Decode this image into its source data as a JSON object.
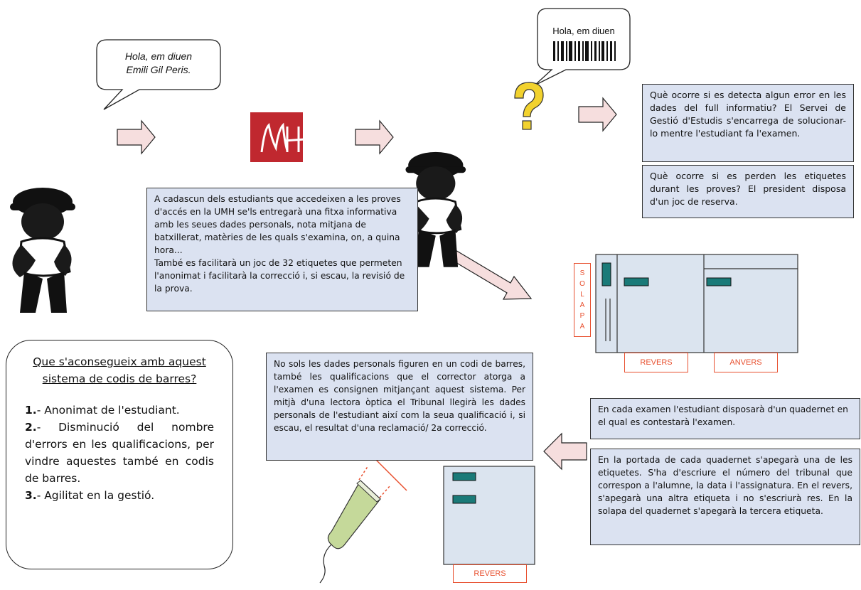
{
  "bubble_left": {
    "line1": "Hola, em diuen",
    "line2": "Emili Gil Peris."
  },
  "bubble_right": {
    "text": "Hola, em diuen"
  },
  "logo": {
    "text": "UMH",
    "color": "#c0282f"
  },
  "question_icon": {
    "glyph": "?"
  },
  "note_errors": "Què ocorre si es detecta algun error en les dades del full informatiu? El Servei de Gestió d'Estudis s'encarrega de solucionar-lo mentre l'estudiant fa l'examen.",
  "note_labels_lost": "Què ocorre si es perden les etiquetes durant les proves? El president disposa d'un joc de reserva.",
  "note_info_sheet": "A cadascun dels estudiants que accedeixen a les proves d'accés en la UMH se'ls entregarà una fitxa informativa amb les seues dades personals, nota mitjana de batxillerat, matèries de les quals s'examina, on, a quina hora...\nTambé es facilitarà un joc de 32 etiquetes que permeten l'anonimat i facilitarà la correcció i, si escau, la revisió de la prova.",
  "note_barcodes": "No sols les dades personals figuren en un codi de barres, també les qualificacions que el corrector atorga a l'examen es consignen mitjançant aquest sistema. Per mitjà d'una lectora òptica el Tribunal llegirà les dades personals de l'estudiant així com la seua qualificació i, si escau, el resultat d'una reclamació/ 2a correcció.",
  "note_booklet": "En cada examen l'estudiant disposarà d'un quadernet en el qual es contestarà l'examen.",
  "note_cover": "En la portada de cada quadernet s'apegarà una de les etiquetes. S'ha d'escriure el número del tribunal que correspon a l'alumne, la data i l'assignatura. En el revers, s'apegarà una altra etiqueta i no s'escriurà res. En la solapa del quadernet s'apegarà la tercera etiqueta.",
  "booklet_labels": {
    "solapa": [
      "S",
      "O",
      "L",
      "A",
      "P",
      "A"
    ],
    "revers": "REVERS",
    "anvers": "ANVERS",
    "revers_small": "REVERS"
  },
  "summary": {
    "question": "Que s'aconsegueix amb aquest sistema de codis de barres?",
    "items": [
      {
        "num": "1.",
        "text": "- Anonimat de l'estudiant."
      },
      {
        "num": "2.",
        "text": "- Disminució del nombre d'errors en les qualificacions, per vindre aquestes també en codis de barres."
      },
      {
        "num": "3.",
        "text": "- Agilitat en la gestió."
      }
    ]
  },
  "colors": {
    "note_bg": "#dbe2f1",
    "booklet_bg": "#dbe4ef",
    "label_tab": "#1a7a78",
    "label_border": "#e8502f",
    "arrow_fill": "#f6dede",
    "scanner": "#c5d99a"
  }
}
